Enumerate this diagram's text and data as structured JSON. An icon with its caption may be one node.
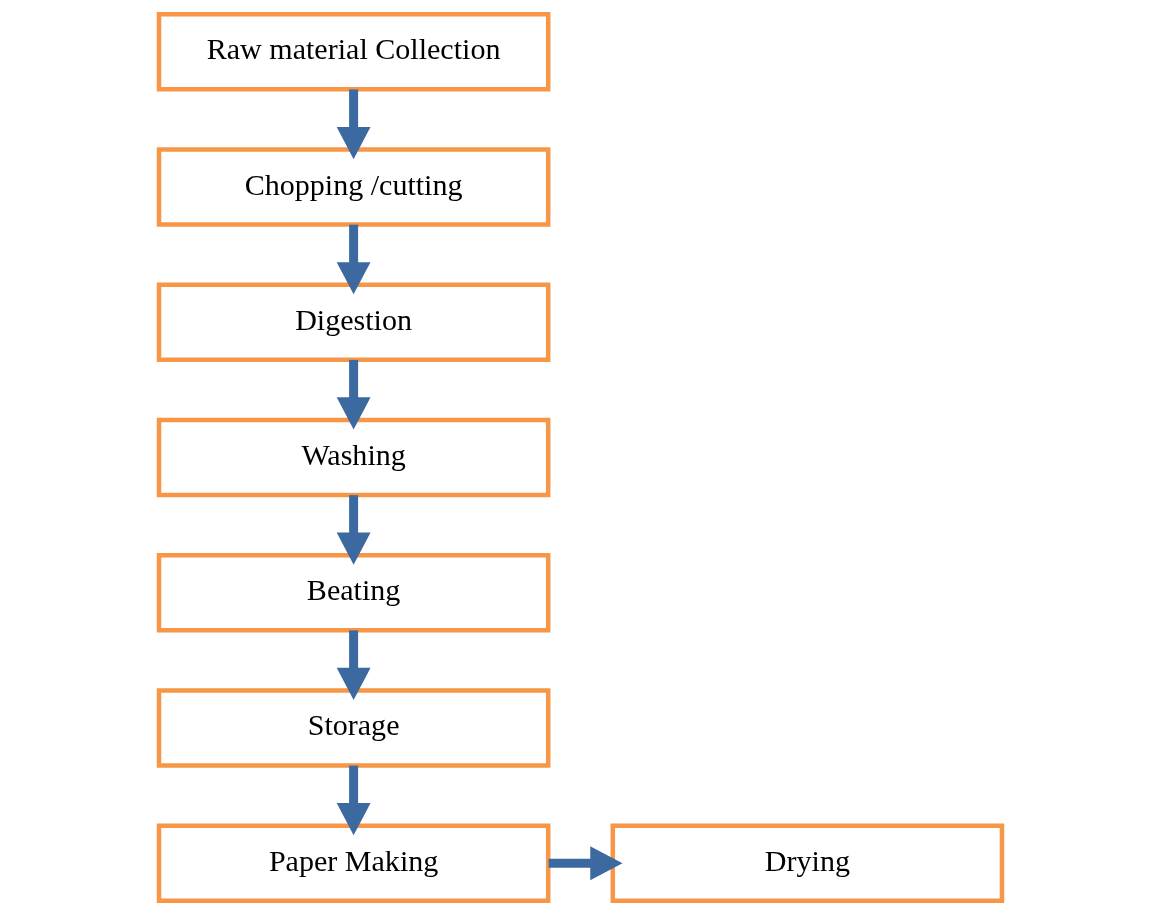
{
  "diagram": {
    "nodes": [
      {
        "text": [
          "Raw material Collection"
        ]
      },
      {
        "text": [
          "Chopping /cutting"
        ]
      },
      {
        "text": [
          "Digestion"
        ]
      },
      {
        "text": [
          "Washing"
        ]
      },
      {
        "text": [
          "Beating"
        ]
      },
      {
        "text": [
          "Storage"
        ]
      },
      {
        "text": [
          "Paper Making"
        ]
      },
      {
        "text": [
          "Drying"
        ]
      }
    ],
    "edges": [
      {
        "from": 0,
        "to": 1,
        "arrow": "to"
      },
      {
        "from": 1,
        "to": 2,
        "arrow": "to"
      },
      {
        "from": 2,
        "to": 3,
        "arrow": "to"
      },
      {
        "from": 3,
        "to": 4,
        "arrow": "to"
      },
      {
        "from": 4,
        "to": 5,
        "arrow": "to"
      },
      {
        "from": 5,
        "to": 6,
        "arrow": "to"
      },
      {
        "from": 6,
        "to": 7,
        "arrow": "to"
      }
    ]
  }
}
